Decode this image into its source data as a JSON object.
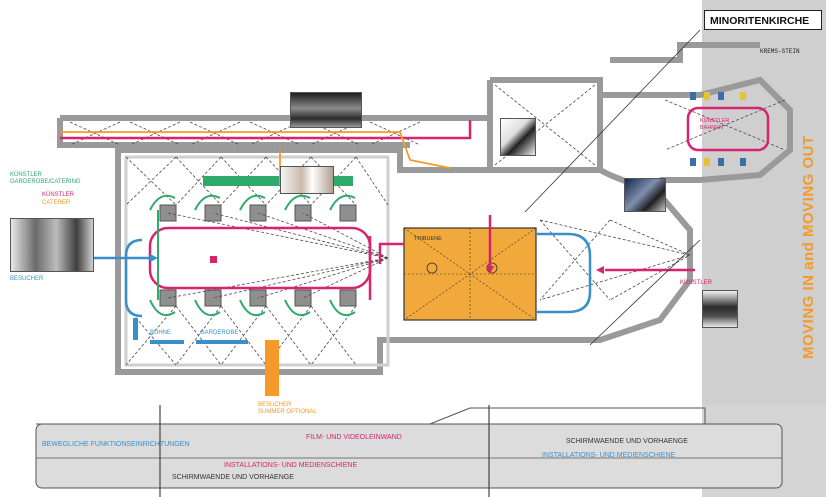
{
  "title": "MINORITENKIRCHE",
  "subtitle": "KREMS-STEIN",
  "side_caption": "MOVING IN and MOVING OUT",
  "labels": {
    "kuenstler_garderobe": "KÜNSTLER GARDEROBE/CATERING",
    "kuenstler": "KÜNSTLER",
    "catering": "CATERER",
    "besucher": "BESUCHER",
    "buehne": "BÜHNE",
    "garderobe": "GARDEROBE",
    "besucher_summer": "BESUCHER SUMMER OPTIONAL",
    "kuenstler_right": "KÜNSTLER",
    "podium_label": "TRIBUENE",
    "stage_right": "KÜNSTLER BAHNEN"
  },
  "rails": {
    "row1_left": "BEWEGLICHE FUNKTIONSEINRICHTUNGEN",
    "row1_center": "FILM- UND VIDEOLEINWAND",
    "row1_right": "SCHIRMWAENDE UND VORHAENGE",
    "row2_center": "INSTALLATIONS- UND MEDIENSCHIENE",
    "row2_right": "INSTALLATIONS- UND MEDIENSCHIENE",
    "row3_center": "SCHIRMWAENDE UND VORHAENGE"
  },
  "colors": {
    "wall": "#b9b9b9",
    "rib": "#4a4a4a",
    "green": "#2eaa6b",
    "magenta": "#d6246e",
    "blue": "#3a8fc8",
    "orange": "#f39a2b",
    "stage": "#f2a93b",
    "grey_band": "#d4d4d4"
  }
}
